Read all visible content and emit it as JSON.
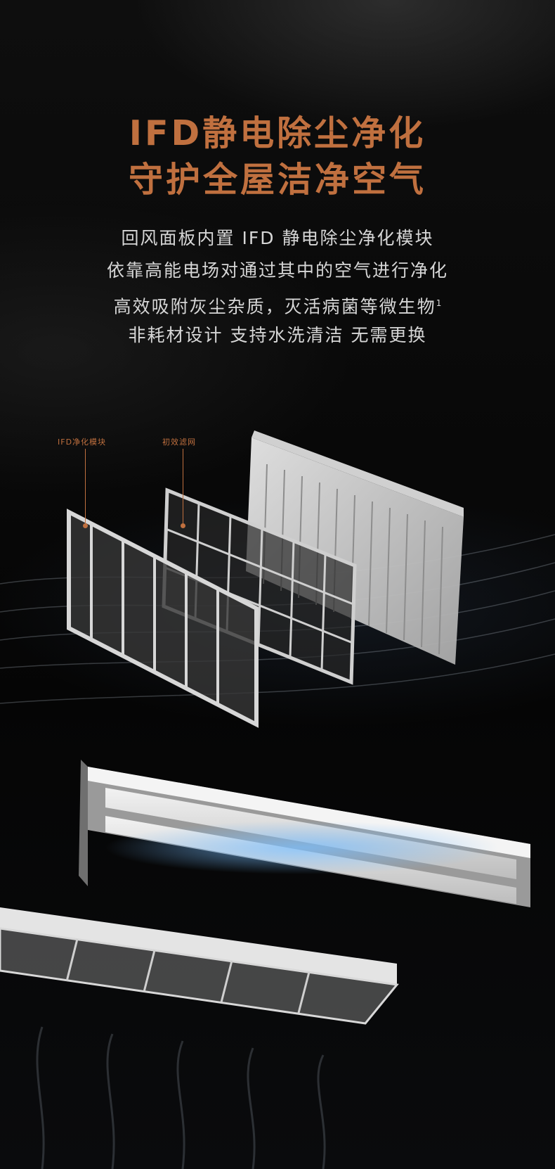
{
  "headline": {
    "line1": "IFD静电除尘净化",
    "line2": "守护全屋洁净空气",
    "color": "#c0703f"
  },
  "body": {
    "line1": "回风面板内置 IFD 静电除尘净化模块",
    "line2": "依靠高能电场对通过其中的空气进行净化",
    "line3": "高效吸附灰尘杂质，灭活病菌等微生物",
    "line3_footnote": "1",
    "line4": "非耗材设计 支持水洗清洁 无需更换"
  },
  "callouts": {
    "module_label": "IFD净化模块",
    "filter_label": "初效滤网"
  }
}
